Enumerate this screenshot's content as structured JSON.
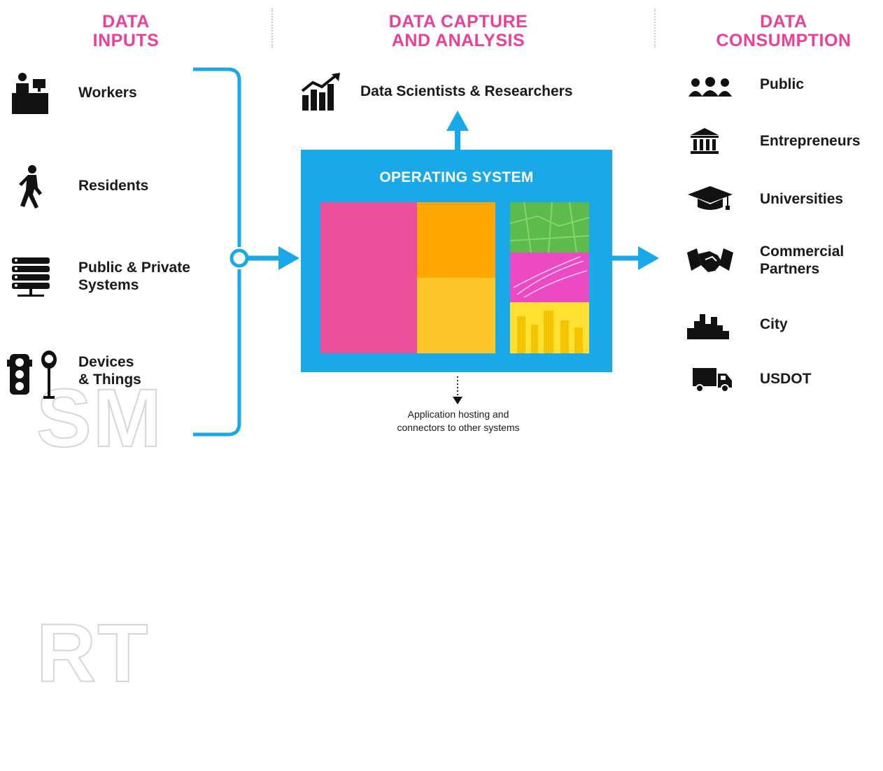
{
  "colors": {
    "heading": "#ee3f98",
    "accent_blue": "#19a8e8",
    "tile_pink": "#ec4f9b",
    "tile_orange": "#ffa600",
    "tile_yellow": "#ffc629",
    "tile_green": "#5cbb4a",
    "text": "#1a1a1a"
  },
  "columns": {
    "inputs": {
      "title_line1": "DATA",
      "title_line2": "INPUTS"
    },
    "capture": {
      "title_line1": "DATA CAPTURE",
      "title_line2": "AND ANALYSIS"
    },
    "consumption": {
      "title_line1": "DATA",
      "title_line2": "CONSUMPTION"
    }
  },
  "inputs": [
    {
      "label_line1": "Workers",
      "label_line2": "",
      "icon": "workers-desk-icon"
    },
    {
      "label_line1": "Residents",
      "label_line2": "",
      "icon": "walking-person-icon"
    },
    {
      "label_line1": "Public & Private",
      "label_line2": "Systems",
      "icon": "server-rack-icon"
    },
    {
      "label_line1": "Devices",
      "label_line2": "& Things",
      "icon": "traffic-light-parking-meter-icon"
    }
  ],
  "watermark": {
    "line1": "SM",
    "line2": "RT"
  },
  "capture": {
    "researchers_label": "Data Scientists & Researchers",
    "researchers_icon": "bar-chart-trend-icon",
    "os_title": "OPERATING SYSTEM",
    "note_line1": "Application hosting and",
    "note_line2": "connectors to other systems"
  },
  "consumers": [
    {
      "label_line1": "Public",
      "label_line2": "",
      "icon": "people-group-icon"
    },
    {
      "label_line1": "Entrepreneurs",
      "label_line2": "",
      "icon": "bank-building-icon"
    },
    {
      "label_line1": "Universities",
      "label_line2": "",
      "icon": "graduation-cap-icon"
    },
    {
      "label_line1": "Commercial",
      "label_line2": "Partners",
      "icon": "handshake-icon"
    },
    {
      "label_line1": "City",
      "label_line2": "",
      "icon": "city-skyline-icon"
    },
    {
      "label_line1": "USDOT",
      "label_line2": "",
      "icon": "delivery-truck-icon"
    }
  ]
}
